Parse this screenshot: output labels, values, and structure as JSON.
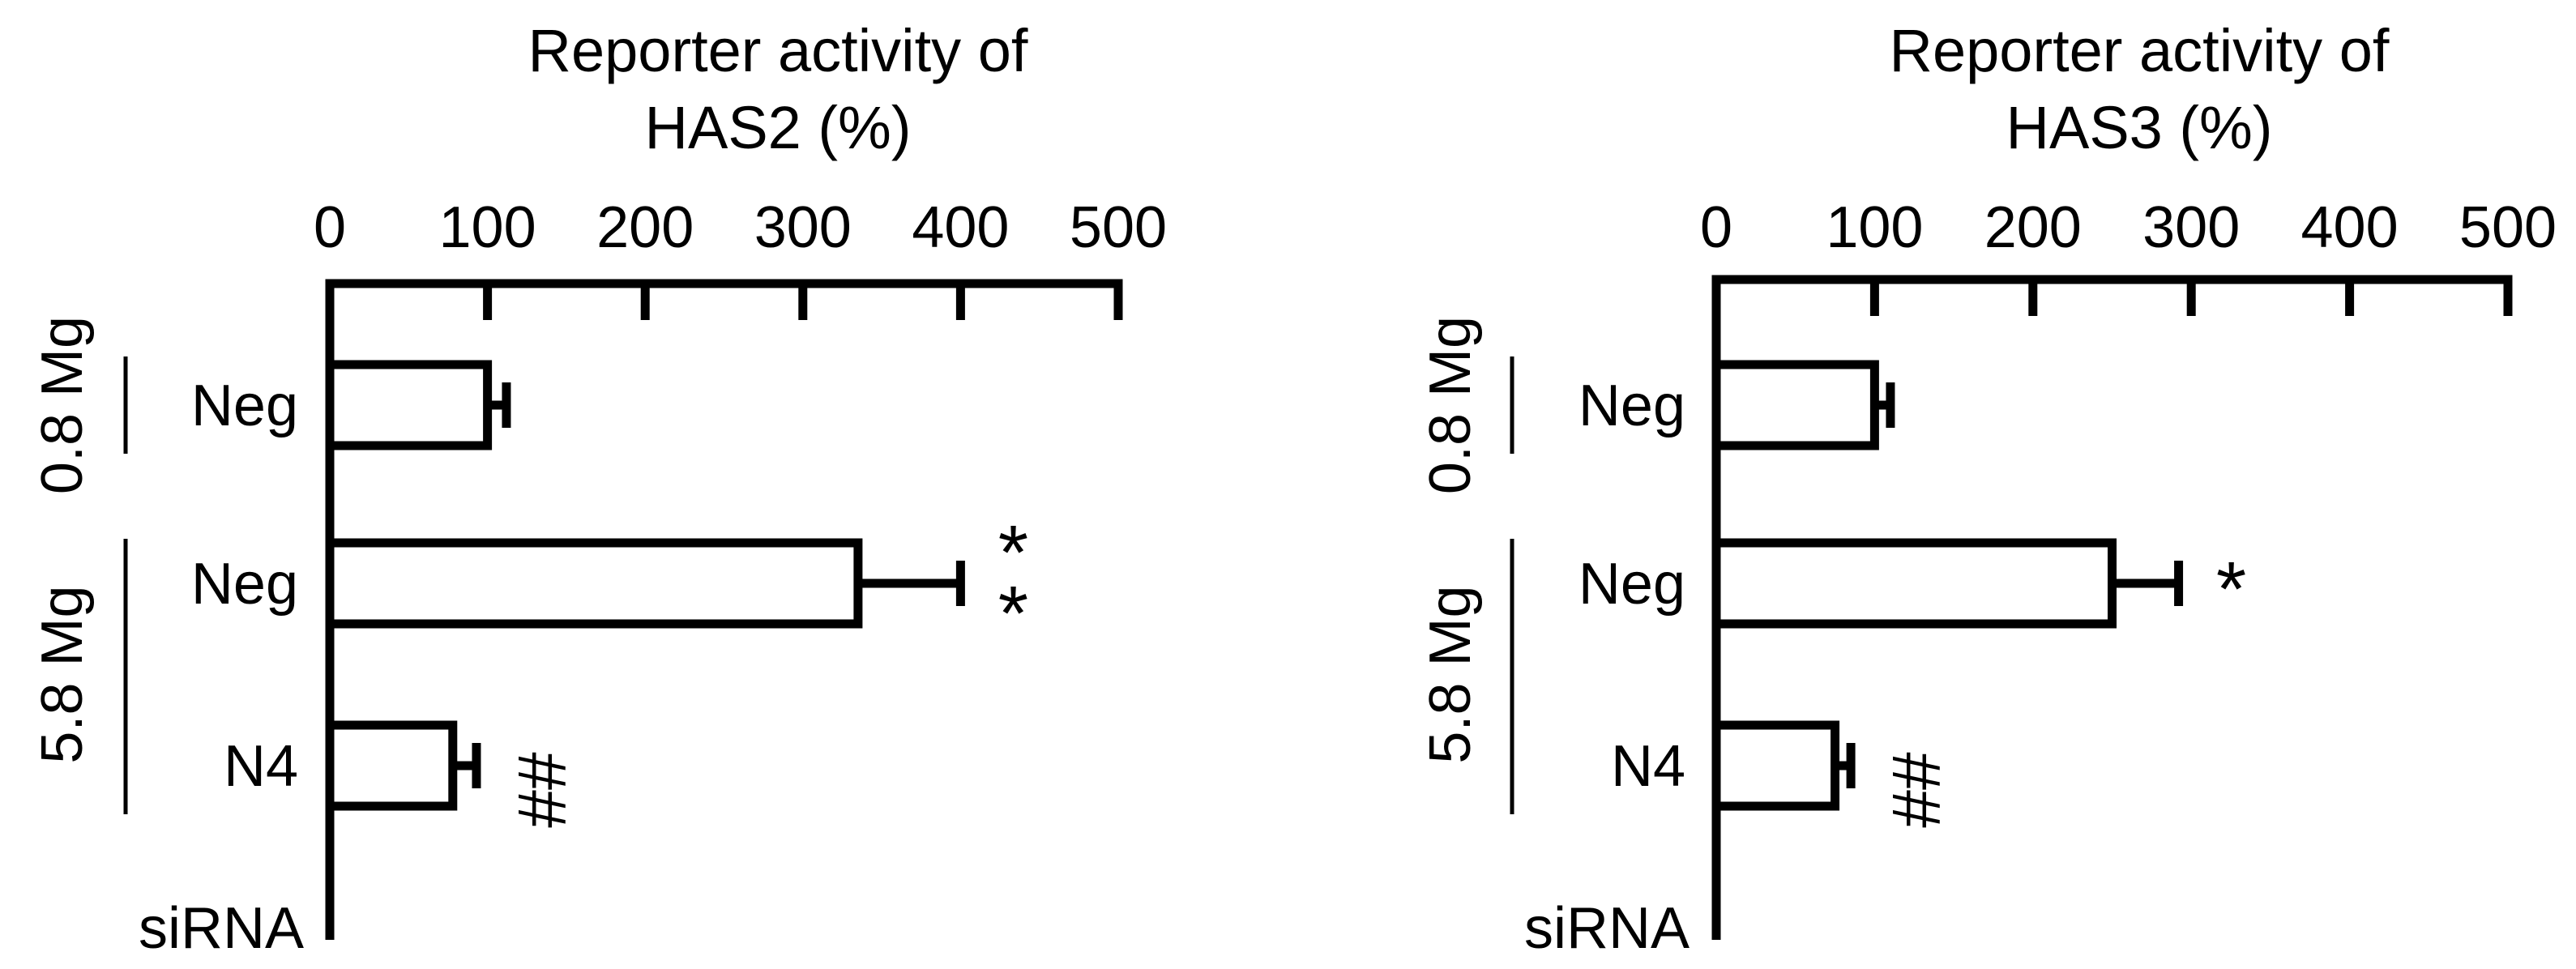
{
  "chart_data": [
    {
      "type": "bar",
      "orientation": "horizontal",
      "title": "Reporter activity of HAS2  (%)",
      "title_lines": [
        "Reporter activity of",
        "HAS2  (%)"
      ],
      "xlim": [
        0,
        500
      ],
      "x_ticks": [
        0,
        100,
        200,
        300,
        400,
        500
      ],
      "grid": false,
      "axis_position": "top",
      "row_label_header": "siRNA",
      "categories": [
        "Neg",
        "Neg",
        "N4"
      ],
      "values": [
        100,
        335,
        78
      ],
      "errors": [
        12,
        65,
        15
      ],
      "annotations": [
        "",
        "**",
        "##"
      ],
      "groups": [
        {
          "label": "0.8 Mg",
          "rows": [
            0,
            0
          ]
        },
        {
          "label": "5.8 Mg",
          "rows": [
            1,
            2
          ]
        }
      ]
    },
    {
      "type": "bar",
      "orientation": "horizontal",
      "title": "Reporter activity of HAS3  (%)",
      "title_lines": [
        "Reporter activity of",
        "HAS3  (%)"
      ],
      "xlim": [
        0,
        500
      ],
      "x_ticks": [
        0,
        100,
        200,
        300,
        400,
        500
      ],
      "grid": false,
      "axis_position": "top",
      "row_label_header": "siRNA",
      "categories": [
        "Neg",
        "Neg",
        "N4"
      ],
      "values": [
        100,
        250,
        75
      ],
      "errors": [
        10,
        42,
        10
      ],
      "annotations": [
        "",
        "*",
        "##"
      ],
      "groups": [
        {
          "label": "0.8 Mg",
          "rows": [
            0,
            0
          ]
        },
        {
          "label": "5.8 Mg",
          "rows": [
            1,
            2
          ]
        }
      ]
    }
  ]
}
